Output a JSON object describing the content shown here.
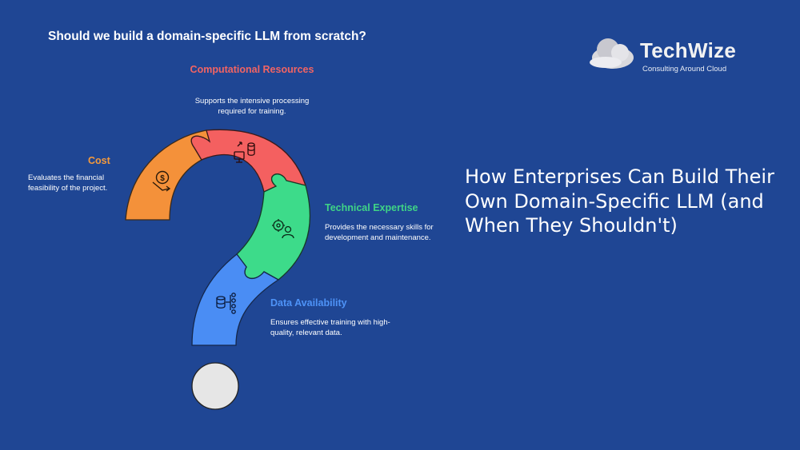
{
  "header": {
    "question": "Should we build a domain-specific LLM from scratch?"
  },
  "brand": {
    "name": "TechWize",
    "tagline": "Consulting Around Cloud",
    "logo_icon": "cloud-icon"
  },
  "segments": [
    {
      "key": "cost",
      "title": "Cost",
      "description": "Evaluates the financial feasibility of the project.",
      "icon": "dollar-cycle-icon",
      "color": "#f4913a"
    },
    {
      "key": "computational",
      "title": "Computational Resources",
      "description": "Supports the intensive processing required for training.",
      "icon": "computer-database-icon",
      "color": "#f46060"
    },
    {
      "key": "technical",
      "title": "Technical Expertise",
      "description": "Provides the necessary skills for development and maintenance.",
      "icon": "gears-person-icon",
      "color": "#3ddb8a"
    },
    {
      "key": "data",
      "title": "Data Availability",
      "description": "Ensures effective training with high-quality, relevant data.",
      "icon": "database-network-icon",
      "color": "#4a8df4"
    }
  ],
  "headline": "How Enterprises Can Build Their Own Domain-Specific LLM (and When They Shouldn't)",
  "colors": {
    "background": "#1f4694",
    "dot": "#e6e6e6"
  }
}
